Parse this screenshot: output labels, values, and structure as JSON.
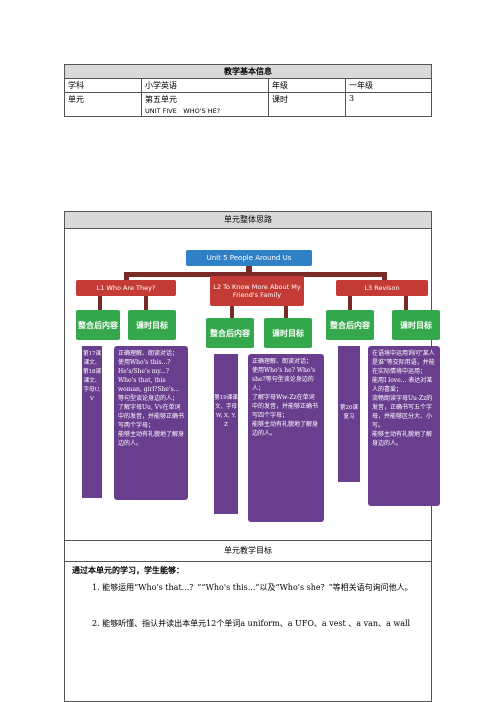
{
  "basic_info": {
    "title": "教学基本信息",
    "subject_label": "学科",
    "subject_value": "小学英语",
    "grade_label": "年级",
    "grade_value": "一年级",
    "unit_label": "单元",
    "unit_value_line1": "第五单元",
    "unit_value_line2": "UNIT FIVE　WHO'S HE?",
    "hours_label": "课时",
    "hours_value": "3"
  },
  "unit_thinking": {
    "title": "单元整体思路",
    "root": "Unit  5 People Around Us",
    "lessons": [
      "L1 Who Are They?",
      "L2 To Know More About My Friend's Family",
      "L3 Revison"
    ],
    "green_integrated": "整合后内容",
    "green_goal": "课时目标",
    "l1_content": "第17课课文、第18课课文、字母U, V",
    "l1_goal": [
      "正确理解、朗读对话；",
      "使用Who's this...?He's/She's my...?Who's that, this woman, girl?She's...等句型谈论身边的人；",
      "了解字母Uu, Vv在单词中的发音，并能够正确书写两个字母；",
      "能够主动有礼貌地了解身边的人。"
    ],
    "l2_content": "第19课课文、字母W, X, Y, Z",
    "l2_goal": [
      "正确理解、朗读对话；",
      "使用Who's he? Who's she?等句型谈论身边的人；",
      "了解字母Ww-Zz在单词中的发音，并能够正确书写四个字母；",
      "能够主动有礼貌地了解身边的人。"
    ],
    "l3_content": "第20课复习",
    "l3_goal": [
      "在语境中运用询问\"某人是谁\"等交际用语，并能在实际情境中运用；",
      "能用I love... 表达对某人的喜爱；",
      "流畅朗读字母Uu-Zz的发音，正确书写五个字母，并能够区分大、小写。",
      "能够主动有礼貌地了解身边的人。"
    ]
  },
  "unit_goals": {
    "title": "单元教学目标",
    "intro": "通过本单元的学习，学生能够：",
    "item1": "1. 能够运用“Who's that...？”“Who's this...”以及“Who's she？”等相关语句询问他人。",
    "item2": "2. 能够听懂、指认并读出本单元12个单词a uniform、a UFO、a vest 、a van、a wall"
  },
  "colors": {
    "header_gray": "#d9d9d9",
    "root_blue": "#2f80c6",
    "lesson_red": "#c43b36",
    "green": "#35a74c",
    "purple": "#6a3e8e"
  }
}
